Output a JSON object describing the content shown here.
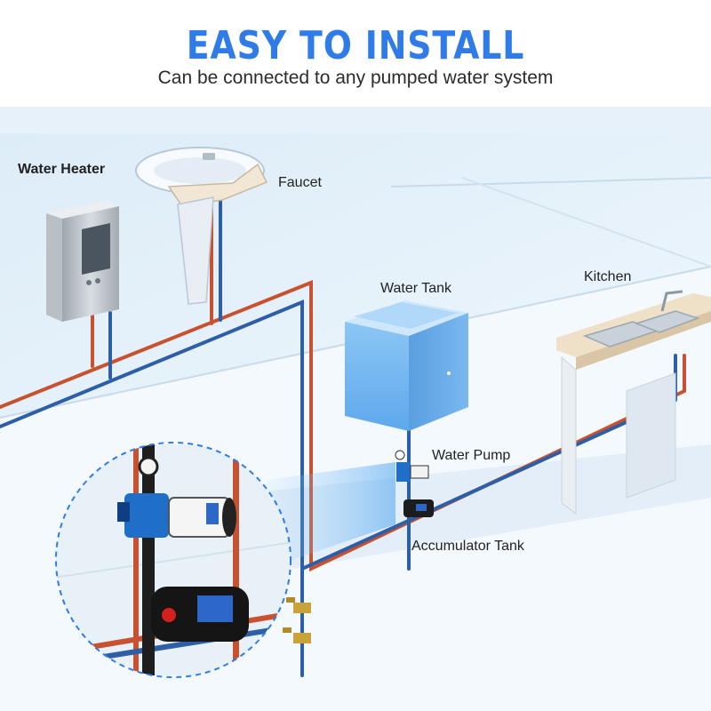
{
  "header": {
    "title": "EASY TO INSTALL",
    "subtitle": "Can be connected to any pumped water system"
  },
  "labels": {
    "water_heater": "Water Heater",
    "faucet": "Faucet",
    "water_tank": "Water Tank",
    "kitchen": "Kitchen",
    "water_pump": "Water Pump",
    "accumulator_tank": "Accumulator Tank"
  },
  "colors": {
    "title_blue": "#2f7ce8",
    "hot_pipe": "#c8512f",
    "cold_pipe": "#2e5fa6",
    "tank_blue": "#6fb3ee"
  }
}
